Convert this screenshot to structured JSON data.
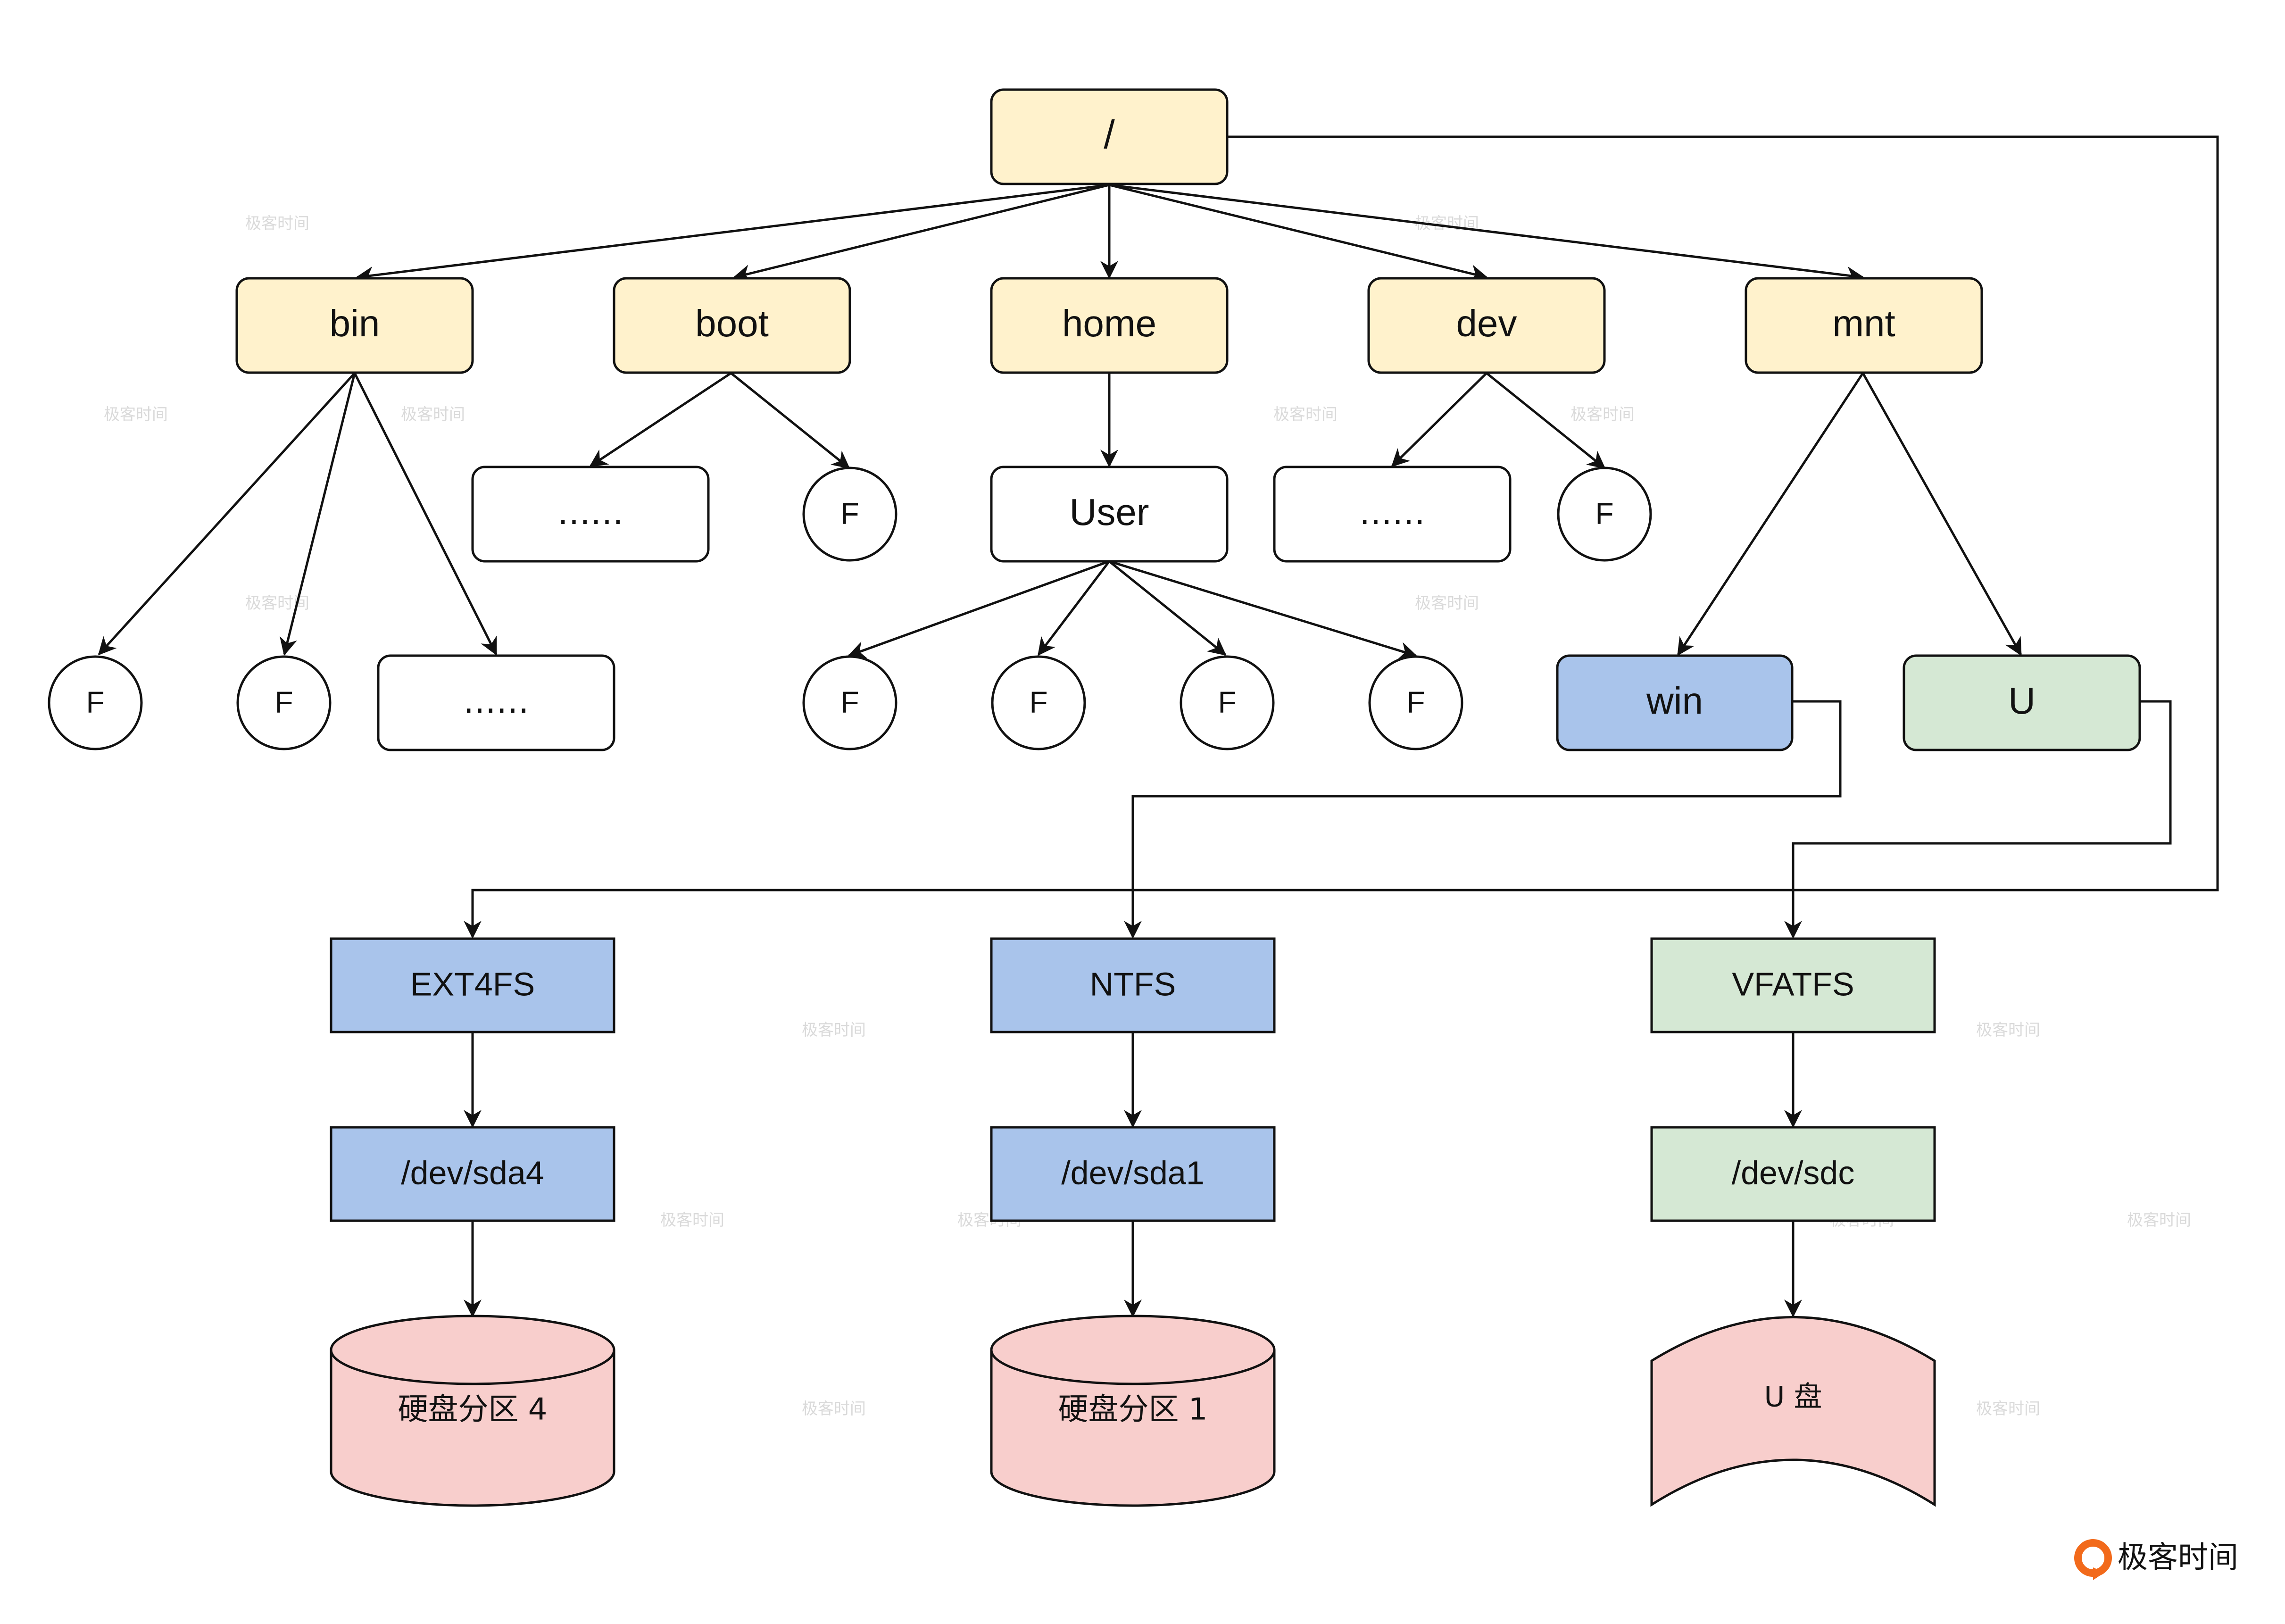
{
  "colors": {
    "dir_fill": "#fff2cc",
    "node_fill": "#ffffff",
    "blue_fill": "#a9c4eb",
    "green_fill": "#d5e8d4",
    "pink_fill": "#f8cecc",
    "stroke": "#111111",
    "brand": "#f26a1b",
    "brand_text": "#333333"
  },
  "tree": {
    "root": "/",
    "dirs": {
      "bin": "bin",
      "boot": "boot",
      "home": "home",
      "dev": "dev",
      "mnt": "mnt"
    },
    "user": "User",
    "ellipsis": "……",
    "file": "F",
    "mounts": {
      "win": "win",
      "u": "U"
    }
  },
  "filesystems": {
    "ext4": "EXT4FS",
    "ntfs": "NTFS",
    "vfat": "VFATFS"
  },
  "devices": {
    "sda4": "/dev/sda4",
    "sda1": "/dev/sda1",
    "sdc": "/dev/sdc"
  },
  "storage": {
    "disk4": "硬盘分区 4",
    "disk1": "硬盘分区 1",
    "usb": "U 盘"
  },
  "watermark": "极客时间",
  "brand": {
    "logo_icon": "geektime-logo-icon",
    "name": "极客时间"
  }
}
